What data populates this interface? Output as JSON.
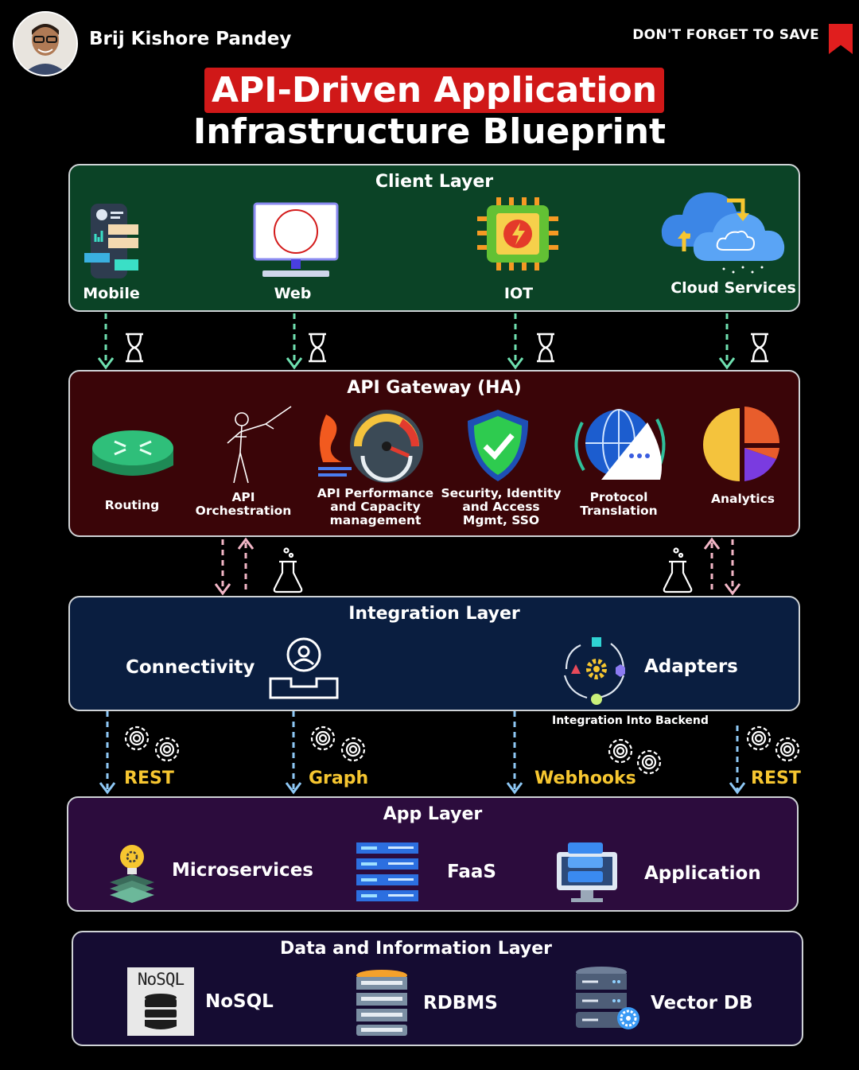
{
  "author": {
    "name": "Brij Kishore Pandey"
  },
  "cta": {
    "save": "DON'T FORGET TO SAVE"
  },
  "title": {
    "line1": "API-Driven Application",
    "line2": "Infrastructure Blueprint"
  },
  "client_layer": {
    "title": "Client Layer",
    "items": [
      "Mobile",
      "Web",
      "IOT",
      "Cloud Services"
    ]
  },
  "gateway_layer": {
    "title": "API Gateway (HA)",
    "items": [
      {
        "l1": "Routing",
        "l2": "",
        "l3": ""
      },
      {
        "l1": "API",
        "l2": "Orchestration",
        "l3": ""
      },
      {
        "l1": "API Performance",
        "l2": "and Capacity",
        "l3": "management"
      },
      {
        "l1": "Security, Identity",
        "l2": "and Access",
        "l3": "Mgmt, SSO"
      },
      {
        "l1": "Protocol",
        "l2": "Translation",
        "l3": ""
      },
      {
        "l1": "Analytics",
        "l2": "",
        "l3": ""
      }
    ]
  },
  "integration_layer": {
    "title": "Integration Layer",
    "connectivity": "Connectivity",
    "adapters": "Adapters",
    "note": "Integration Into Backend"
  },
  "protocols": [
    "REST",
    "Graph",
    "Webhooks",
    "REST"
  ],
  "app_layer": {
    "title": "App Layer",
    "items": [
      "Microservices",
      "FaaS",
      "Application"
    ]
  },
  "data_layer": {
    "title": "Data and Information Layer",
    "items": [
      "NoSQL",
      "RDBMS",
      "Vector DB"
    ],
    "nosql_icon_text": "NoSQL"
  },
  "colors": {
    "client_bg": "#0b4326",
    "gateway_bg": "#3a0508",
    "integration_bg": "#0a1e40",
    "app_bg": "#2c0c3d",
    "data_bg": "#150c32",
    "accent_red": "#d01818",
    "protocol_yellow": "#f6c630",
    "arrow_green": "#6fe0b0",
    "arrow_pink": "#f2b6c6",
    "arrow_blue": "#8ec8f5"
  },
  "icons": [
    "avatar",
    "bookmark-icon",
    "mobile-icon",
    "web-monitor-icon",
    "iot-chip-icon",
    "cloud-sync-icon",
    "hourglass-icon",
    "router-icon",
    "conductor-icon",
    "speedometer-icon",
    "shield-check-icon",
    "globe-chat-icon",
    "pie-chart-icon",
    "flask-icon",
    "user-connect-icon",
    "adapters-cycle-icon",
    "gears-icon",
    "microservice-bulb-icon",
    "server-rack-icon",
    "desktop-stack-icon",
    "nosql-db-icon",
    "rdbms-icon",
    "vector-db-icon"
  ]
}
